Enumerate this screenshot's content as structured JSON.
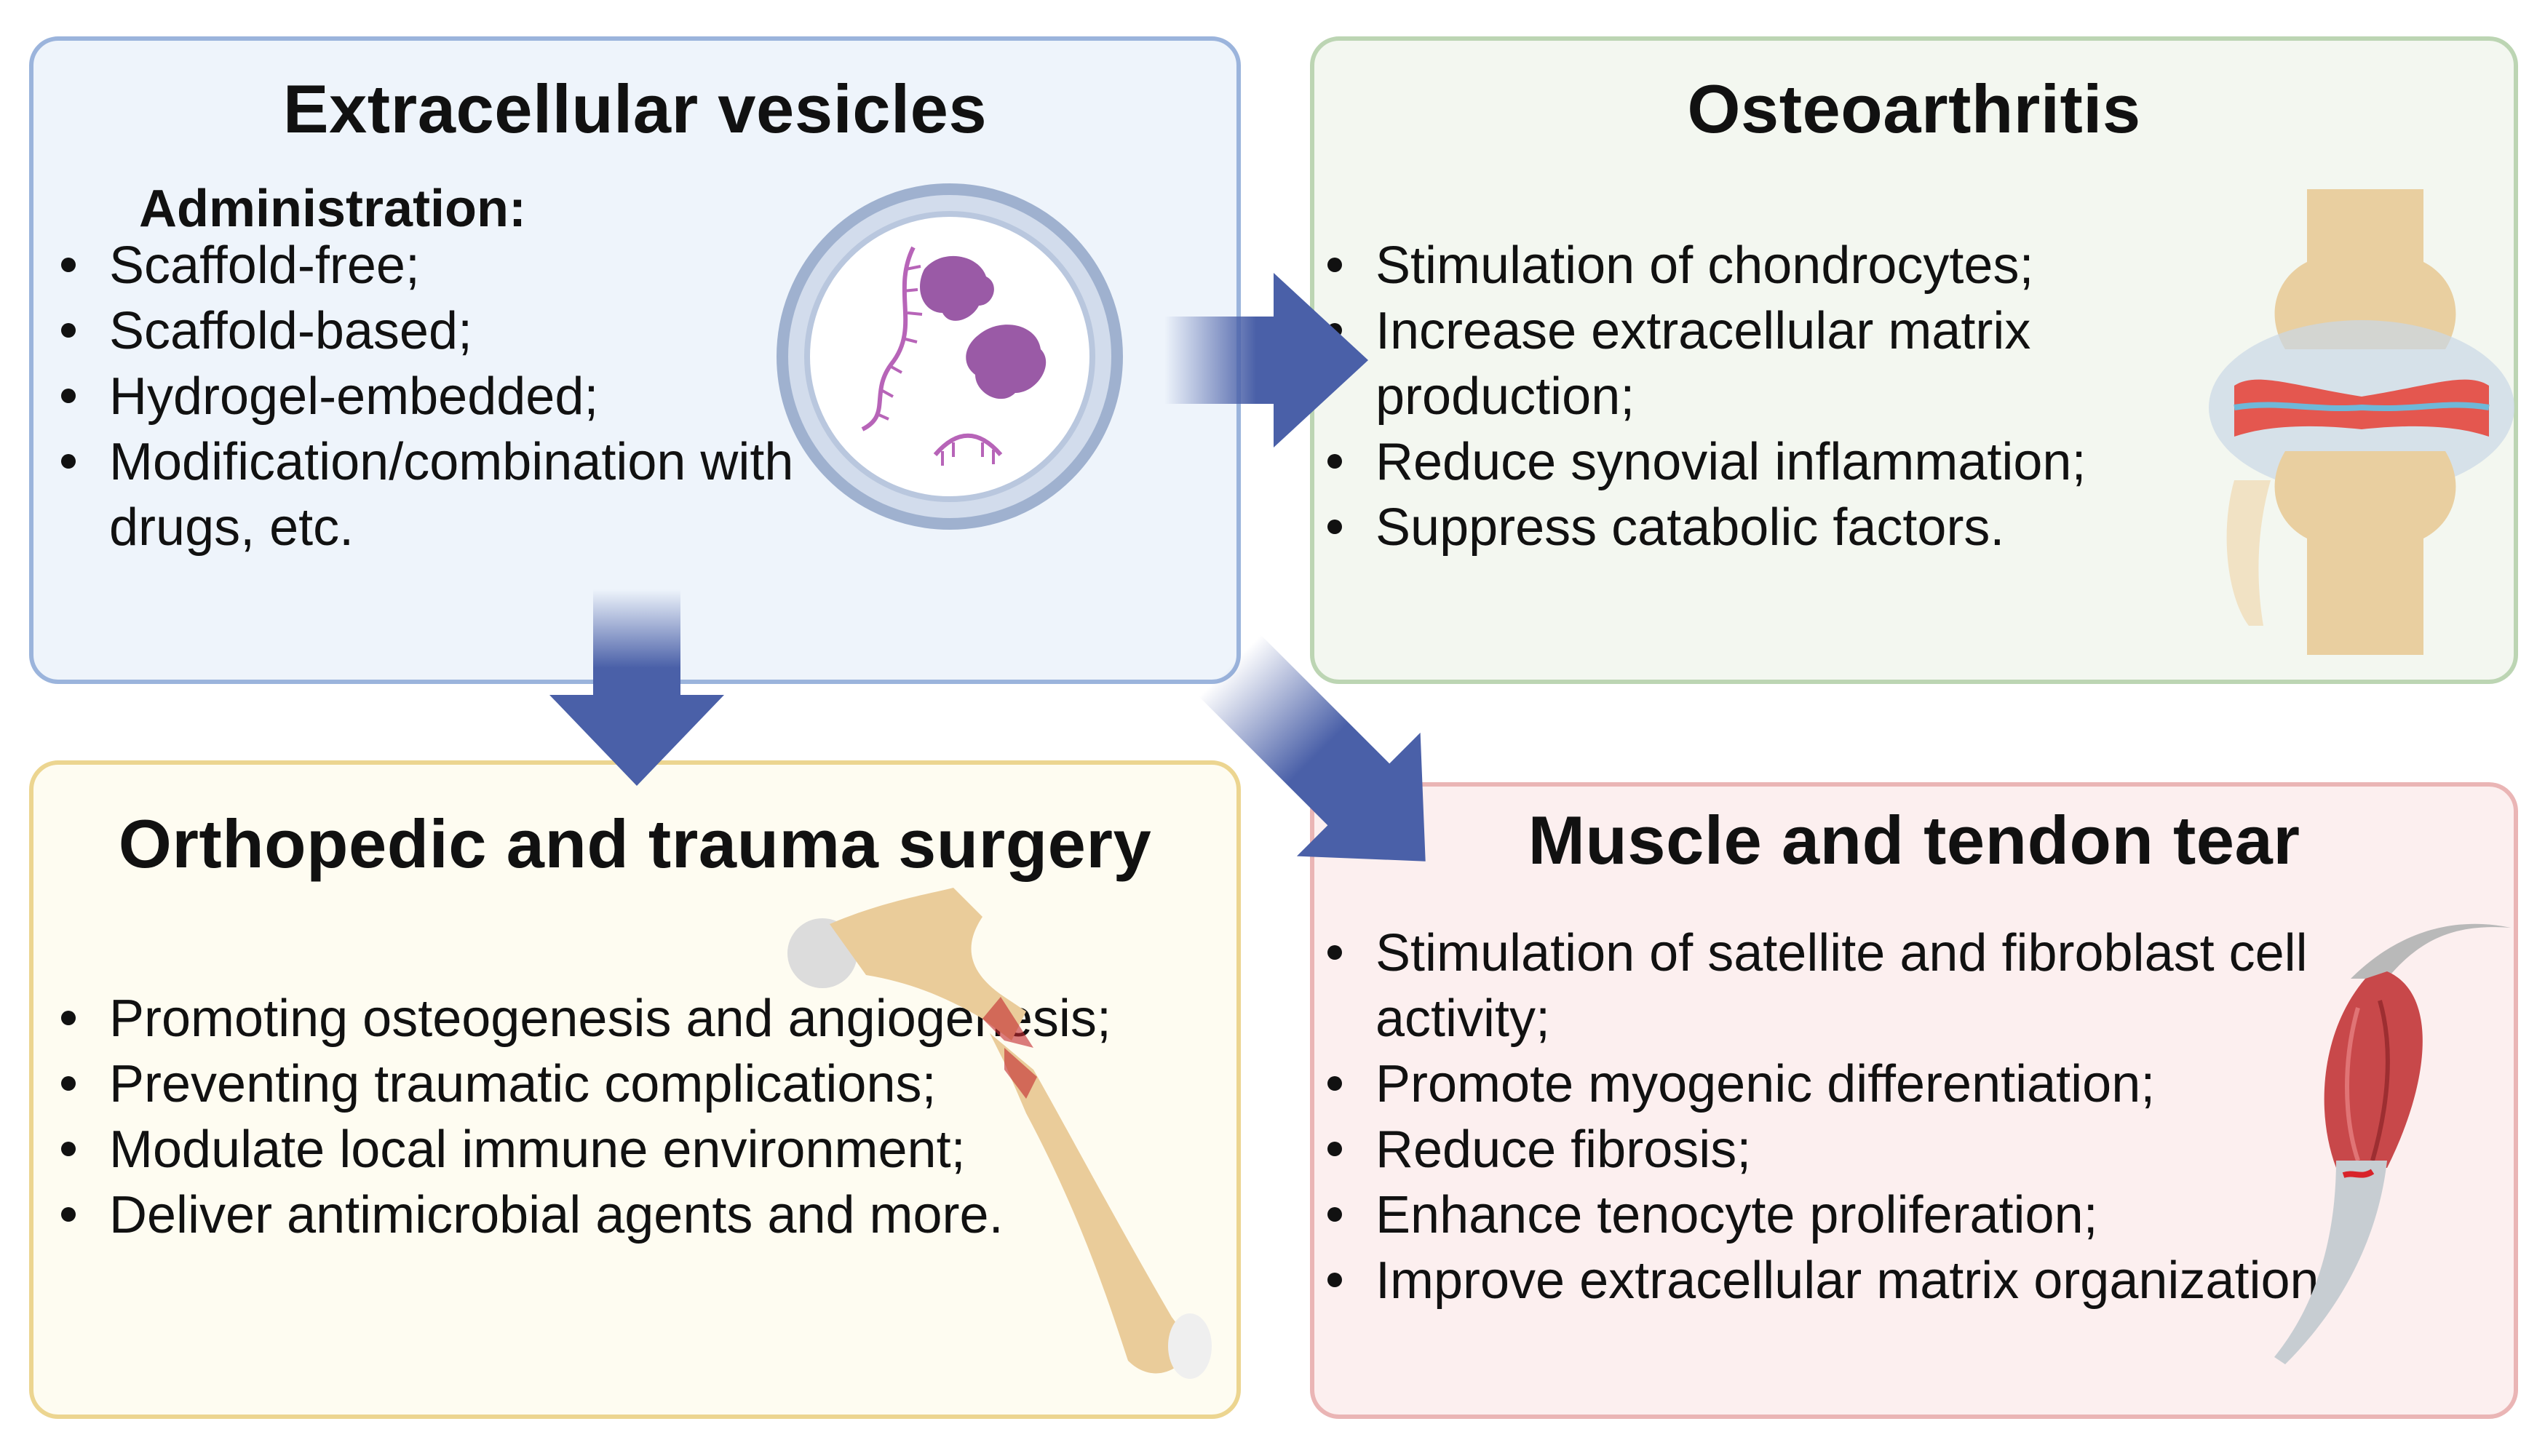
{
  "ev": {
    "title": "Extracellular vesicles",
    "subtitle": "Administration:",
    "items": [
      "Scaffold-free;",
      "Scaffold-based;",
      "Hydrogel-embedded;",
      "Modification/combination with drugs, etc."
    ]
  },
  "oa": {
    "title": "Osteoarthritis",
    "items": [
      "Stimulation of chondrocytes;",
      "Increase extracellular matrix production;",
      "Reduce synovial inflammation;",
      "Suppress catabolic factors."
    ]
  },
  "ortho": {
    "title": "Orthopedic and trauma surgery",
    "items": [
      "Promoting osteogenesis and angiogenesis;",
      "Preventing traumatic complications;",
      "Modulate local immune environment;",
      "Deliver antimicrobial agents and more."
    ]
  },
  "muscle": {
    "title": "Muscle and tendon tear",
    "items": [
      "Stimulation of satellite and fibroblast cell activity;",
      "Promote myogenic differentiation;",
      "Reduce fibrosis;",
      "Enhance tenocyte proliferation;",
      "Improve extracellular matrix organization"
    ]
  },
  "colors": {
    "arrow": "#4a60a8",
    "ev_panel": "#eef4fb",
    "oa_panel": "#f3f7f0",
    "ortho_panel": "#fefcf1",
    "muscle_panel": "#fcefef"
  }
}
